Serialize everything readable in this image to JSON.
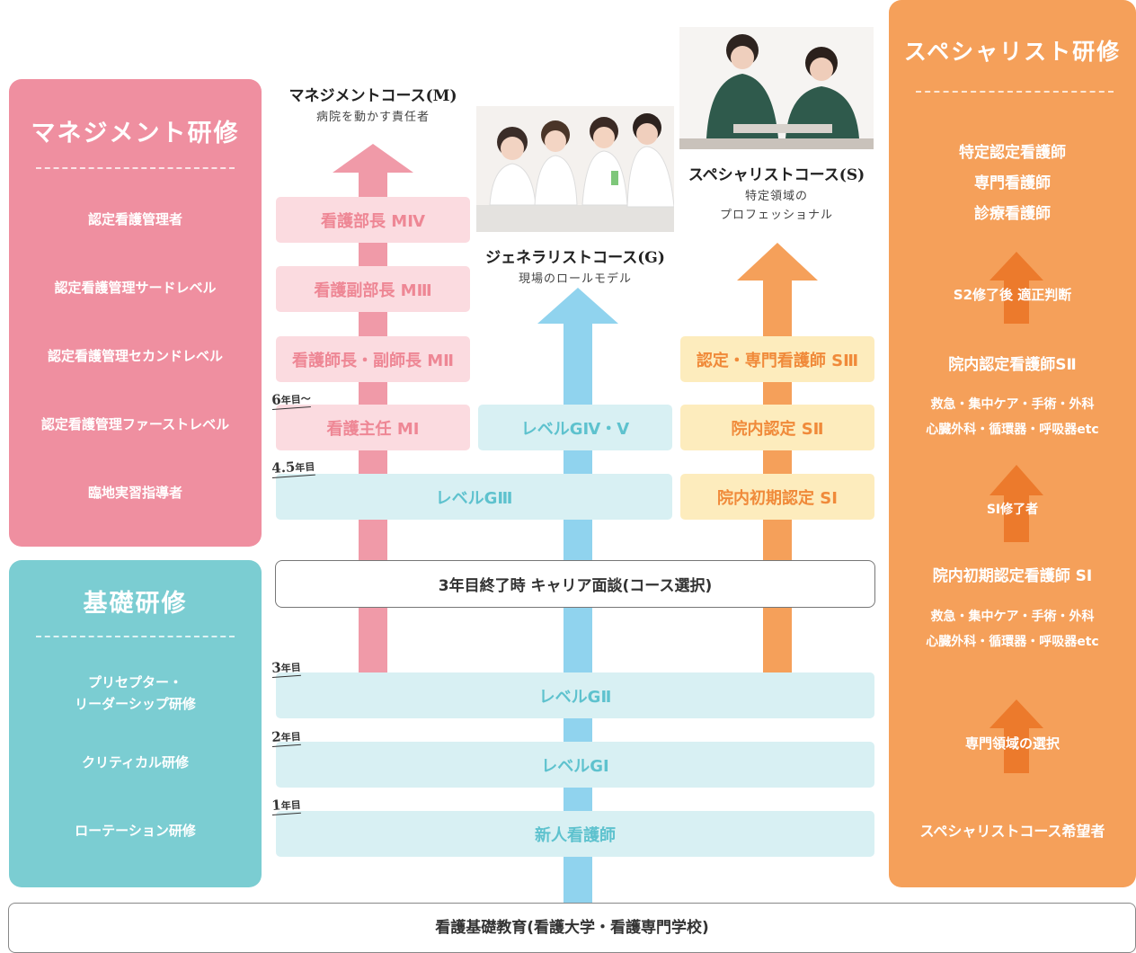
{
  "management_panel": {
    "title": "マネジメント研修",
    "items": [
      "認定看護管理者",
      "認定看護管理サードレベル",
      "認定看護管理セカンドレベル",
      "認定看護管理ファーストレベル",
      "臨地実習指導者"
    ]
  },
  "basic_panel": {
    "title": "基礎研修",
    "items": [
      "プリセプター・\nリーダーシップ研修",
      "クリティカル研修",
      "ローテーション研修"
    ]
  },
  "specialist_panel": {
    "title": "スペシャリスト研修",
    "top_items": [
      "特定認定看護師",
      "専門看護師",
      "診療看護師"
    ],
    "arrow1_label": "S2修了後 適正判断",
    "level2_title": "院内認定看護師SⅡ",
    "level2_detail": [
      "救急・集中ケア・手術・外科",
      "心臓外科・循環器・呼吸器etc"
    ],
    "arrow2_label": "SI修了者",
    "level1_title": "院内初期認定看護師 SI",
    "level1_detail": [
      "救急・集中ケア・手術・外科",
      "心臓外科・循環器・呼吸器etc"
    ],
    "arrow3_label": "専門領域の選択",
    "bottom": "スペシャリストコース希望者"
  },
  "courses": {
    "management": {
      "title": "マネジメントコース(M)",
      "subtitle": "病院を動かす責任者"
    },
    "generalist": {
      "title": "ジェネラリストコース(G)",
      "subtitle": "現場のロールモデル"
    },
    "specialist": {
      "title": "スペシャリストコース(S)",
      "subtitle": "特定領域の\nプロフェッショナル"
    }
  },
  "m_levels": [
    "看護部長 MⅣ",
    "看護副部長 MⅢ",
    "看護師長・副師長 MⅡ",
    "看護主任 MI"
  ],
  "g_levels": {
    "g45": "レベルGⅣ・Ⅴ",
    "g3": "レベルGⅢ",
    "g2": "レベルGⅡ",
    "g1": "レベルGI",
    "new": "新人看護師"
  },
  "s_levels": [
    "認定・専門看護師 SⅢ",
    "院内認定 SⅡ",
    "院内初期認定 SI"
  ],
  "years": {
    "y6": {
      "num": "6",
      "unit": "年目〜"
    },
    "y45": {
      "num": "4.5",
      "unit": "年目"
    },
    "y3": {
      "num": "3",
      "unit": "年目"
    },
    "y2": {
      "num": "2",
      "unit": "年目"
    },
    "y1": {
      "num": "1",
      "unit": "年目"
    }
  },
  "career_interview": "3年目終了時 キャリア面談(コース選択)",
  "foundation": "看護基礎教育(看護大学・看護専門学校)",
  "colors": {
    "pink": "#ef8fa0",
    "teal": "#7bcdd2",
    "orange": "#f5a05a",
    "blue": "#90d3ee",
    "arrow_orange": "#f08a3a"
  }
}
